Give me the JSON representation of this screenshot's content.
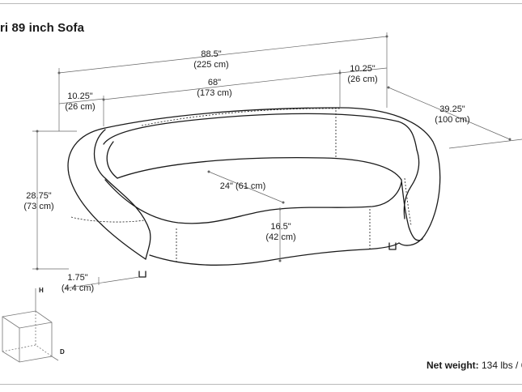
{
  "title": "ri 89 inch Sofa",
  "dimensions": {
    "overall_width": {
      "imperial": "88.5\"",
      "metric": "(225 cm)"
    },
    "inner_width": {
      "imperial": "68\"",
      "metric": "(173 cm)"
    },
    "arm_left": {
      "imperial": "10.25\"",
      "metric": "(26 cm)"
    },
    "arm_right": {
      "imperial": "10.25\"",
      "metric": "(26 cm)"
    },
    "depth": {
      "imperial": "39.25\"",
      "metric": "(100 cm)"
    },
    "height": {
      "imperial": "28.75\"",
      "metric": "(73 cm)"
    },
    "seat_depth": {
      "text": "24\" (61 cm)"
    },
    "seat_height": {
      "imperial": "16.5\"",
      "metric": "(42 cm)"
    },
    "leg_height": {
      "imperial": "1.75\"",
      "metric": "(4.4 cm)"
    }
  },
  "axis": {
    "h": "H",
    "d": "D"
  },
  "net_weight": {
    "label": "Net weight:",
    "value": " 134 lbs / 6"
  },
  "colors": {
    "line": "#1a1a1a",
    "frame": "#b9b9b9",
    "dim_line": "#555555"
  }
}
